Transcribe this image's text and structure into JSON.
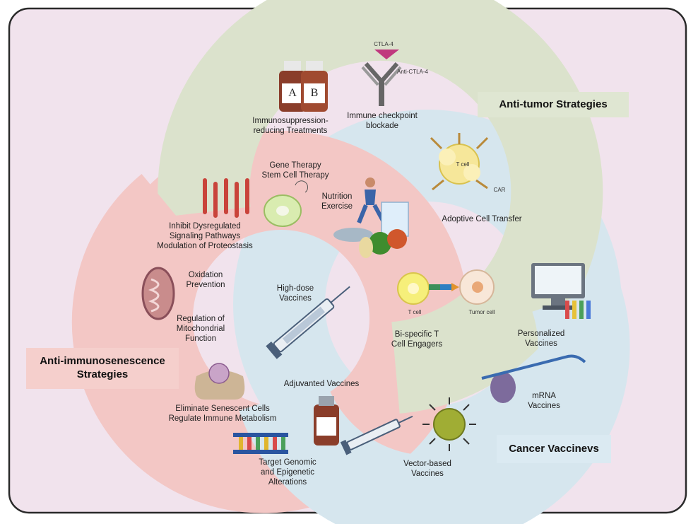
{
  "colors": {
    "frame_bg": "#f1e3ed",
    "green_ring": "#dbe2cc",
    "pink_ring": "#f3c7c5",
    "blue_ring": "#d6e6ee",
    "green_box": "#dfe6d2",
    "pink_box": "#f5cfcc",
    "blue_box": "#dbeaf2"
  },
  "boxes": {
    "anti_tumor": "Anti-tumor Strategies",
    "anti_immunosenescence": "Anti-immunosenescence\nStrategies",
    "cancer_vaccines": "Cancer Vaccinevs"
  },
  "labels": {
    "immunosuppression": "Immunosuppression-\nreducing Treatments",
    "checkpoint": "Immune checkpoint\nblockade",
    "ctla4": "CTLA-4",
    "anti_ctla4": "Anti-CTLA-4",
    "gene_therapy": "Gene Therapy\nStem Cell Therapy",
    "nutrition": "Nutrition\nExercise",
    "t_cell_car": "T cell",
    "car": "CAR",
    "adoptive": "Adoptive Cell Transfer",
    "inhibit": "Inhibit Dysregulated\nSignaling Pathways\nModulation of Proteostasis",
    "oxidation": "Oxidation\nPrevention",
    "high_dose": "High-dose\nVaccines",
    "t_cell_bite": "T cell",
    "tumor_cell": "Tumor cell",
    "bispecific": "Bi-specific T\nCell Engagers",
    "regulation": "Regulation of\nMitochondrial\nFunction",
    "personalized": "Personalized\nVaccines",
    "adjuvanted": "Adjuvanted Vaccines",
    "mrna": "mRNA\nVaccines",
    "eliminate": "Eliminate Senescent Cells\nRegulate Immune Metabolism",
    "vector": "Vector-based\nVaccines",
    "target": "Target Genomic\nand Epigenetic\nAlterations"
  },
  "vial_letters": {
    "a": "A",
    "b": "B"
  }
}
